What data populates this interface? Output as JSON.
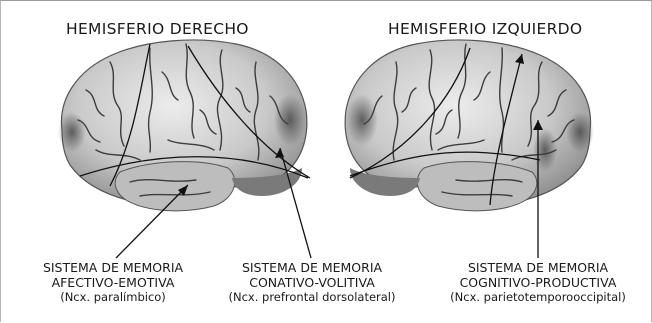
{
  "hemispheres": {
    "right": "HEMISFERIO DERECHO",
    "left": "HEMISFERIO IZQUIERDO"
  },
  "systems": [
    {
      "line1": "SISTEMA DE MEMORIA",
      "line2": "AFECTIVO-EMOTIVA",
      "line3": "(Ncx. paralímbico)"
    },
    {
      "line1": "SISTEMA DE MEMORIA",
      "line2": "CONATIVO-VOLITIVA",
      "line3": "(Ncx. prefrontal dorsolateral)"
    },
    {
      "line1": "SISTEMA DE MEMORIA",
      "line2": "COGNITIVO-PRODUCTIVA",
      "line3": "(Ncx. parietotemporooccipital)"
    }
  ]
}
